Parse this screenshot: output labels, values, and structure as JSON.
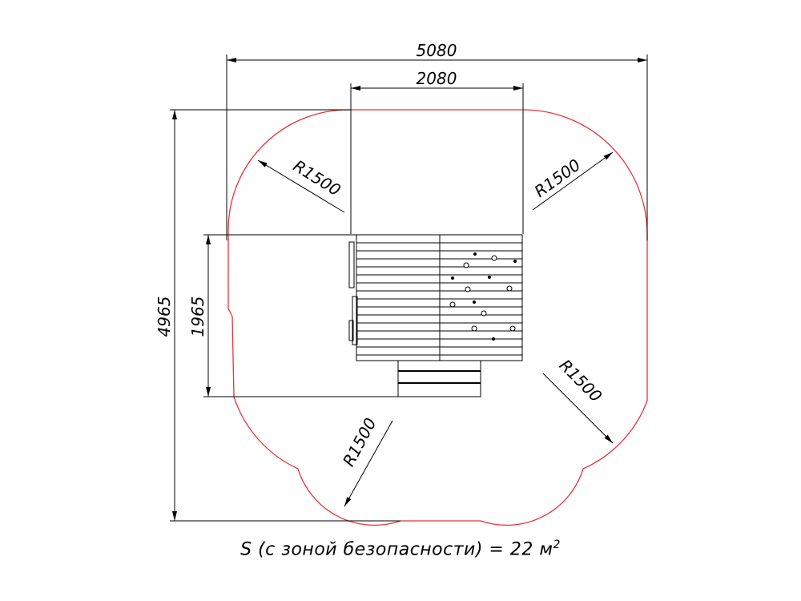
{
  "dimensions": {
    "overall_width": "5080",
    "structure_width": "2080",
    "overall_height": "4965",
    "structure_height": "1965",
    "radius_top_left": "R1500",
    "radius_top_right": "R1500",
    "radius_bottom_right": "R1500",
    "radius_bottom_left": "R1500"
  },
  "caption": {
    "text": "S (с зоной безопасности) = 22 м",
    "superscript": "2"
  },
  "colors": {
    "safety_zone": "#e8333a",
    "lines": "#000000"
  }
}
